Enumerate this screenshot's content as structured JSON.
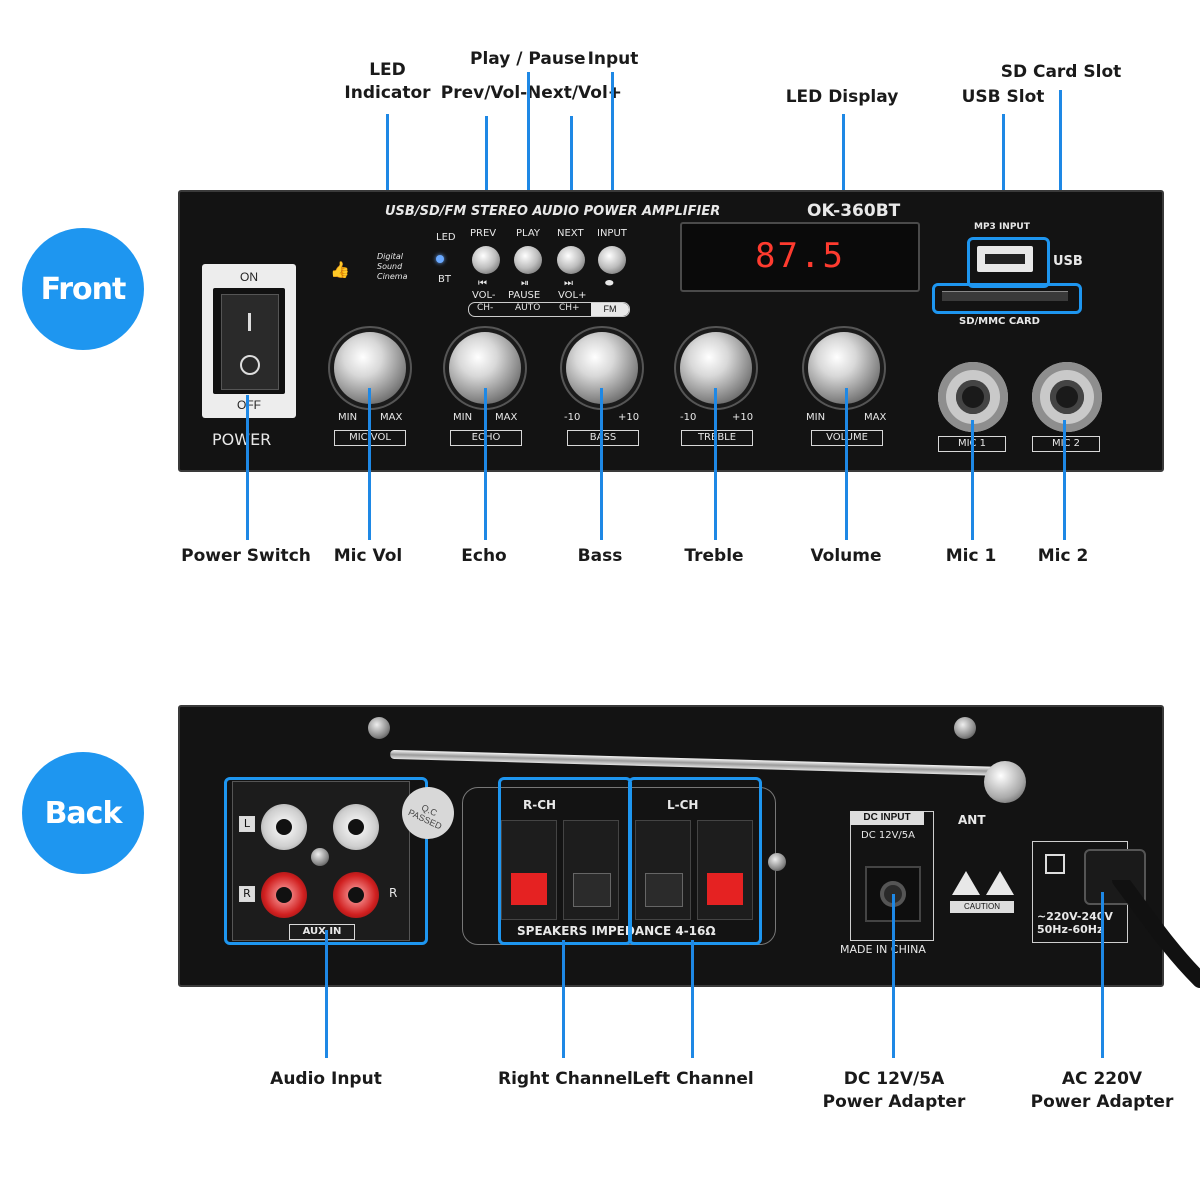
{
  "badges": {
    "front": "Front",
    "back": "Back"
  },
  "callouts": {
    "led_indicator": "LED\nIndicator",
    "play_pause": "Play / Pause",
    "input": "Input",
    "prev_vol": "Prev/Vol-",
    "next_vol": "Next/Vol+",
    "led_display": "LED Display",
    "usb_slot": "USB Slot",
    "sd_card_slot": "SD Card Slot",
    "power_switch": "Power Switch",
    "mic_vol": "Mic Vol",
    "echo": "Echo",
    "bass": "Bass",
    "treble": "Treble",
    "volume": "Volume",
    "mic1": "Mic 1",
    "mic2": "Mic 2",
    "audio_input": "Audio Input",
    "right_channel": "Right Channel",
    "left_channel": "Left Channel",
    "dc_adapter": "DC 12V/5A\nPower Adapter",
    "ac_adapter": "AC 220V\nPower Adapter"
  },
  "front_panel": {
    "header": "USB/SD/FM STEREO AUDIO POWER AMPLIFIER",
    "model": "OK-360BT",
    "display": "87.5",
    "on": "ON",
    "off": "OFF",
    "power": "POWER",
    "led": "LED",
    "bt": "BT",
    "digital_sound": "Digital\nSound\nCinema",
    "buttons": [
      {
        "top": "PREV",
        "sym": "⏮",
        "bottom": "VOL-"
      },
      {
        "top": "PLAY",
        "sym": "⏯",
        "bottom": "PAUSE"
      },
      {
        "top": "NEXT",
        "sym": "⏭",
        "bottom": "VOL+"
      },
      {
        "top": "INPUT",
        "sym": "⬬",
        "bottom": ""
      }
    ],
    "band": [
      "CH-",
      "AUTO",
      "CH+",
      "FM"
    ],
    "knobs": [
      {
        "min": "MIN",
        "max": "MAX",
        "label": "MIC VOL"
      },
      {
        "min": "MIN",
        "max": "MAX",
        "label": "ECHO"
      },
      {
        "min": "-10",
        "max": "+10",
        "label": "BASS"
      },
      {
        "min": "-10",
        "max": "+10",
        "label": "TREBLE"
      },
      {
        "min": "MIN",
        "max": "MAX",
        "label": "VOLUME"
      }
    ],
    "mp3_input": "MP3 INPUT",
    "usb": "USB",
    "sd_card": "SD/MMC CARD",
    "mic1": "MIC 1",
    "mic2": "MIC 2"
  },
  "back_panel": {
    "l": "L",
    "r": "R",
    "aux_in": "AUX IN",
    "rch": "R-CH",
    "lch": "L-CH",
    "speakers": "SPEAKERS IMPEDANCE 4-16Ω",
    "ant": "ANT",
    "dc_input": "DC INPUT",
    "dc_rating": "DC 12V/5A",
    "caution": "CAUTION",
    "made_in": "MADE IN CHINA",
    "ac_rating": "~220V-240V\n50Hz-60Hz",
    "qc": "Q.C PASSED"
  },
  "colors": {
    "accent": "#1e96f0",
    "display": "#ff3b2f",
    "panel": "#131313"
  }
}
